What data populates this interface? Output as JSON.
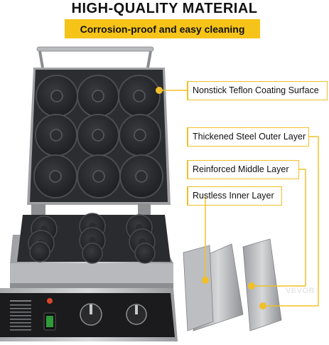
{
  "headline": "HIGH-QUALITY MATERIAL",
  "subheadline": "Corrosion-proof and easy cleaning",
  "labels": {
    "nonstick": "Nonstick Teflon Coating Surface",
    "steel": "Thickened Steel Outer Layer",
    "reinforced": "Reinforced Middle Layer",
    "rustless": "Rustless Inner Layer"
  },
  "brand": "VEVOR",
  "colors": {
    "accent_yellow": "#f6c419",
    "plate_dark": "#2c2d30",
    "steel": "#c9cacc",
    "control_panel": "#1b1b1d"
  },
  "icons": [
    "donut-cavity-icon",
    "power-switch-icon",
    "temperature-knob-icon",
    "timer-knob-icon",
    "indicator-light-icon"
  ]
}
